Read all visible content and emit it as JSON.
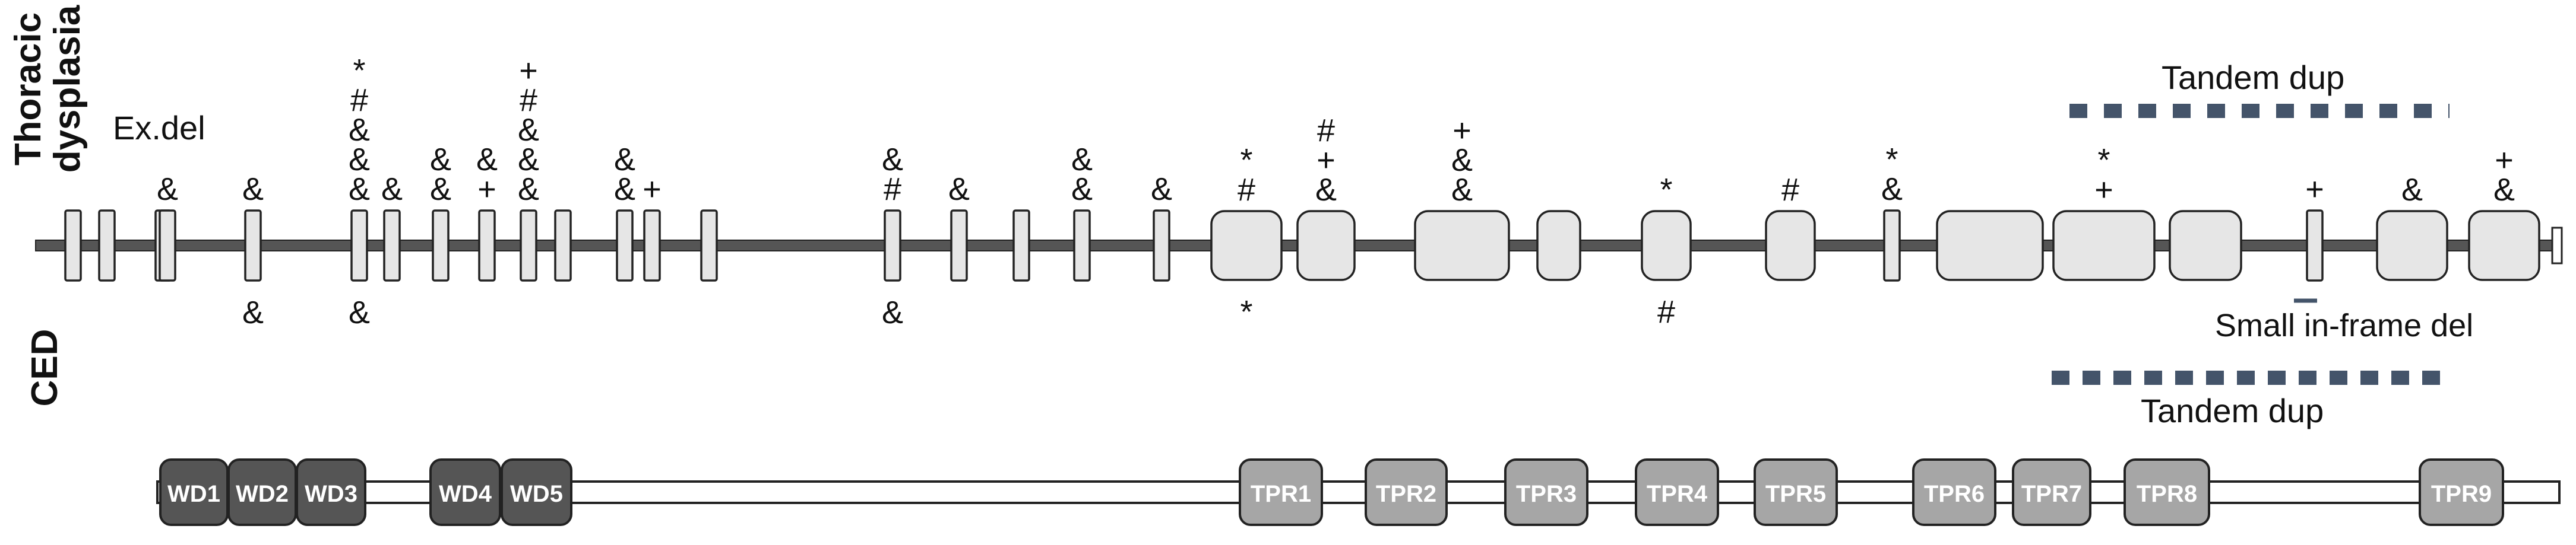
{
  "labels": {
    "thoracic_line1": "Thoracic",
    "thoracic_line2": "dysplasia",
    "ced": "CED",
    "exon_deletion": "Ex.del",
    "tandem_dup_top": "Tandem dup",
    "tandem_dup_bottom": "Tandem dup",
    "small_inframe_del": "Small in-frame del"
  },
  "exons": [
    {
      "id": 1,
      "size": "small",
      "above": [],
      "below": []
    },
    {
      "id": 2,
      "size": "small",
      "above": [],
      "below": []
    },
    {
      "id": 3,
      "size": "small",
      "above": [],
      "below": []
    },
    {
      "id": 4,
      "size": "small",
      "above": [
        "&"
      ],
      "below": []
    },
    {
      "id": 5,
      "size": "small",
      "above": [
        "&"
      ],
      "below": [
        "&"
      ]
    },
    {
      "id": 6,
      "size": "small",
      "above": [
        "*",
        "#",
        "&",
        "&",
        "&"
      ],
      "below": [
        "&"
      ]
    },
    {
      "id": 7,
      "size": "small",
      "above": [
        "&"
      ],
      "below": []
    },
    {
      "id": 8,
      "size": "small",
      "above": [
        "&",
        "&"
      ],
      "below": []
    },
    {
      "id": 9,
      "size": "small",
      "above": [
        "&",
        "+"
      ],
      "below": []
    },
    {
      "id": 10,
      "size": "small",
      "above": [
        "+",
        "#",
        "&",
        "&",
        "&"
      ],
      "below": []
    },
    {
      "id": 11,
      "size": "small",
      "above": [],
      "below": []
    },
    {
      "id": 12,
      "size": "small",
      "above": [
        "&",
        "&"
      ],
      "below": []
    },
    {
      "id": 13,
      "size": "small",
      "above": [
        "+"
      ],
      "below": []
    },
    {
      "id": 14,
      "size": "small",
      "above": [],
      "below": []
    },
    {
      "id": 15,
      "size": "small",
      "above": [
        "&",
        "#"
      ],
      "below": [
        "&"
      ]
    },
    {
      "id": 16,
      "size": "small",
      "above": [
        "&"
      ],
      "below": []
    },
    {
      "id": 17,
      "size": "small",
      "above": [],
      "below": []
    },
    {
      "id": 18,
      "size": "small",
      "above": [
        "&",
        "&"
      ],
      "below": []
    },
    {
      "id": 19,
      "size": "small",
      "above": [
        "&"
      ],
      "below": []
    },
    {
      "id": 20,
      "size": "large",
      "above": [
        "*",
        "#"
      ],
      "below": [
        "*"
      ]
    },
    {
      "id": 21,
      "size": "large",
      "above": [
        "#",
        "+",
        "&"
      ],
      "below": []
    },
    {
      "id": 22,
      "size": "xlarge",
      "above": [
        "+",
        "&",
        "&"
      ],
      "below": []
    },
    {
      "id": 23,
      "size": "medium",
      "above": [],
      "below": []
    },
    {
      "id": 24,
      "size": "medium",
      "above": [
        "*"
      ],
      "below": [
        "#"
      ]
    },
    {
      "id": 25,
      "size": "medium",
      "above": [
        "#"
      ],
      "below": []
    },
    {
      "id": 26,
      "size": "small",
      "above": [
        "*",
        "&"
      ],
      "below": []
    },
    {
      "id": 27,
      "size": "xlarge",
      "above": [],
      "below": []
    },
    {
      "id": 28,
      "size": "xlarge",
      "above": [
        "*",
        "+"
      ],
      "below": []
    },
    {
      "id": 29,
      "size": "large",
      "above": [],
      "below": []
    },
    {
      "id": 30,
      "size": "small",
      "above": [
        "+"
      ],
      "below": []
    },
    {
      "id": 31,
      "size": "large",
      "above": [
        "&"
      ],
      "below": []
    },
    {
      "id": 32,
      "size": "large",
      "above": [
        "+",
        "&"
      ],
      "below": []
    }
  ],
  "domains": [
    {
      "label": "WD1",
      "type": "WD"
    },
    {
      "label": "WD2",
      "type": "WD"
    },
    {
      "label": "WD3",
      "type": "WD"
    },
    {
      "label": "WD4",
      "type": "WD"
    },
    {
      "label": "WD5",
      "type": "WD"
    },
    {
      "label": "TPR1",
      "type": "TPR"
    },
    {
      "label": "TPR2",
      "type": "TPR"
    },
    {
      "label": "TPR3",
      "type": "TPR"
    },
    {
      "label": "TPR4",
      "type": "TPR"
    },
    {
      "label": "TPR5",
      "type": "TPR"
    },
    {
      "label": "TPR6",
      "type": "TPR"
    },
    {
      "label": "TPR7",
      "type": "TPR"
    },
    {
      "label": "TPR8",
      "type": "TPR"
    },
    {
      "label": "TPR9",
      "type": "TPR"
    }
  ],
  "colors": {
    "backbone": "#555555",
    "exon_fill": "#e6e6e6",
    "exon_stroke": "#222222",
    "wd_fill": "#555555",
    "tpr_fill": "#a6a6a6",
    "dup_dash": "#44546a",
    "text": "#111111"
  }
}
